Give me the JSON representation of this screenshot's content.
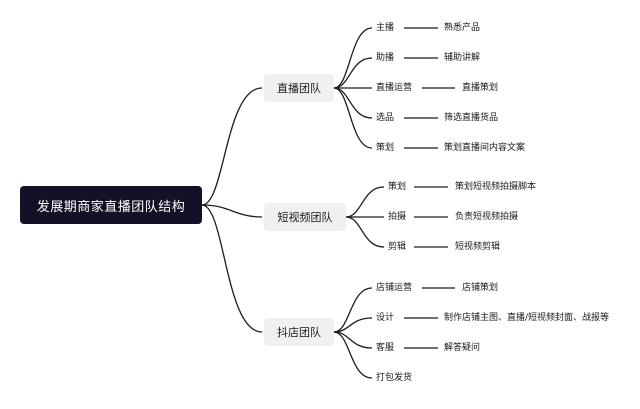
{
  "root": "发展期商家直播团队结构",
  "groups": [
    {
      "name": "直播团队",
      "roles": [
        {
          "role": "主播",
          "desc": "熟悉产品"
        },
        {
          "role": "助播",
          "desc": "辅助讲解"
        },
        {
          "role": "直播运营",
          "desc": "直播策划"
        },
        {
          "role": "选品",
          "desc": "筛选直播货品"
        },
        {
          "role": "策划",
          "desc": "策划直播间内容文案"
        }
      ]
    },
    {
      "name": "短视频团队",
      "roles": [
        {
          "role": "策划",
          "desc": "策划短视频拍摄脚本"
        },
        {
          "role": "拍摄",
          "desc": "负责短视频拍摄"
        },
        {
          "role": "剪辑",
          "desc": "短视频剪辑"
        }
      ]
    },
    {
      "name": "抖店团队",
      "roles": [
        {
          "role": "店铺运营",
          "desc": "店铺策划"
        },
        {
          "role": "设计",
          "desc": "制作店铺主图、直播/短视频封面、战报等"
        },
        {
          "role": "客服",
          "desc": "解答疑问"
        },
        {
          "role": "打包发货",
          "desc": ""
        }
      ]
    }
  ]
}
